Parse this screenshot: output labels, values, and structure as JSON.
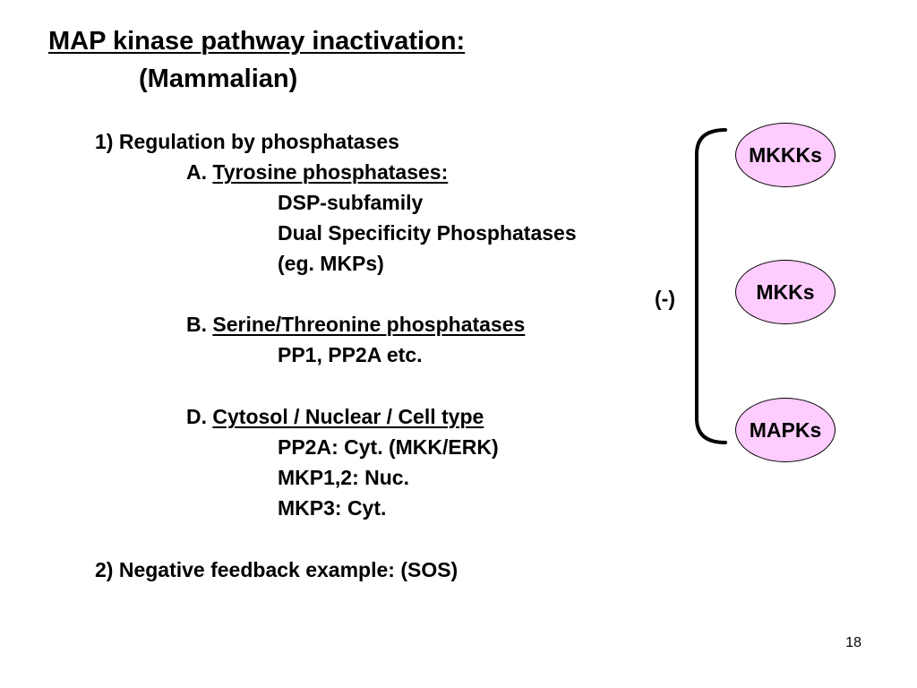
{
  "title": {
    "line1": "MAP kinase pathway inactivation:",
    "line2": "(Mammalian)"
  },
  "content": {
    "item1": "1) Regulation by phosphatases",
    "a_prefix": "A.",
    "a_heading": "Tyrosine phosphatases:",
    "a_lines": [
      "DSP-subfamily",
      "Dual Specificity Phosphatases",
      "(eg. MKPs)"
    ],
    "b_prefix": "B.",
    "b_heading": "Serine/Threonine phosphatases",
    "b_lines": [
      "PP1, PP2A etc."
    ],
    "d_prefix": "D.",
    "d_heading": "Cytosol / Nuclear / Cell type",
    "d_lines": [
      "PP2A: Cyt. (MKK/ERK)",
      "MKP1,2: Nuc.",
      "MKP3: Cyt."
    ],
    "item2": "2) Negative feedback example: (SOS)"
  },
  "diagram": {
    "inhibition_label": "(-)",
    "nodes": [
      "MKKKs",
      "MKKs",
      "MAPKs"
    ],
    "node_fill": "#ffccff"
  },
  "page_number": "18"
}
